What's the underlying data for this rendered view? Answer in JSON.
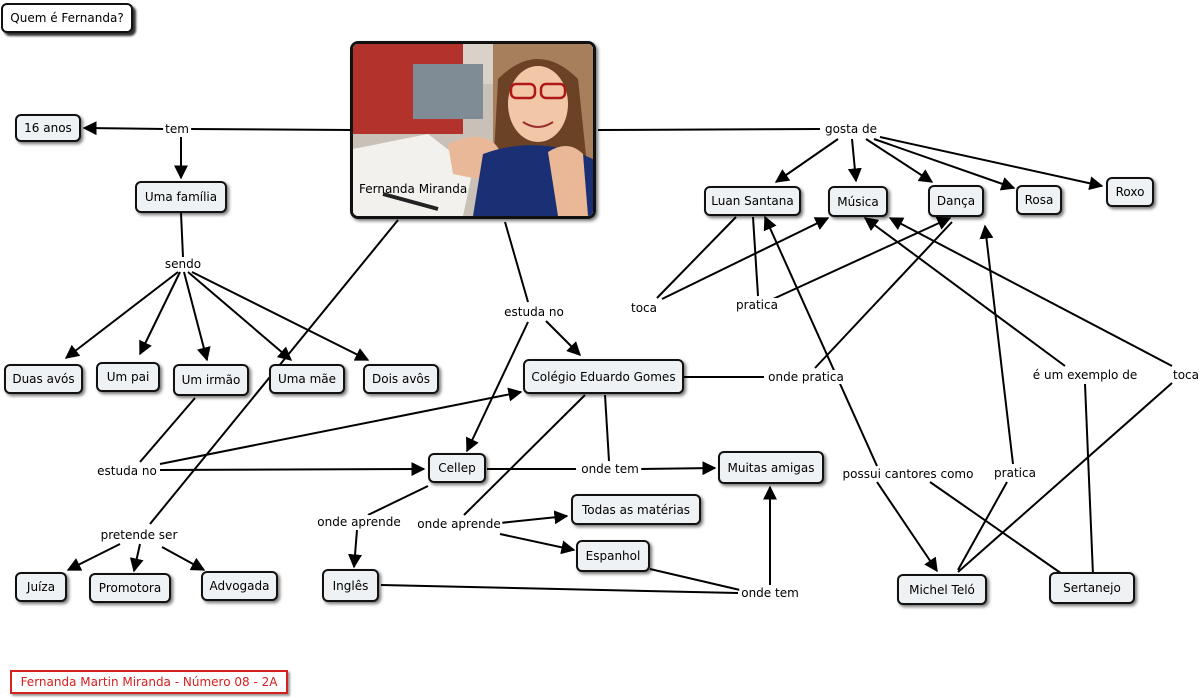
{
  "title": "Quem é Fernanda?",
  "photo_caption": "Fernanda Miranda",
  "footer": "Fernanda Martin Miranda - Número 08 - 2A",
  "nodes": {
    "n16": "16 anos",
    "familia": "Uma família",
    "duas_avos": "Duas avós",
    "pai": "Um pai",
    "irmao": "Um irmão",
    "mae": "Uma mãe",
    "dois_avos": "Dois avôs",
    "juiza": "Juíza",
    "promotora": "Promotora",
    "advogada": "Advogada",
    "colegio": "Colégio Eduardo Gomes",
    "cellep": "Cellep",
    "amigas": "Muitas amigas",
    "materias": "Todas as matérias",
    "espanhol": "Espanhol",
    "ingles": "Inglês",
    "luan": "Luan Santana",
    "musica": "Música",
    "danca": "Dança",
    "rosa": "Rosa",
    "roxo": "Roxo",
    "michel": "Michel Teló",
    "sertanejo": "Sertanejo"
  },
  "labels": {
    "tem": "tem",
    "sendo": "sendo",
    "estuda_no_1": "estuda no",
    "estuda_no_2": "estuda no",
    "pretende_ser": "pretende ser",
    "onde_aprende_1": "onde aprende",
    "onde_aprende_2": "onde aprende",
    "onde_tem_1": "onde tem",
    "onde_tem_2": "onde tem",
    "gosta_de": "gosta de",
    "toca_1": "toca",
    "pratica_1": "pratica",
    "onde_pratica": "onde pratica",
    "exemplo": "é um exemplo de",
    "toca_2": "toca",
    "possui": "possui cantores como",
    "pratica_2": "pratica"
  }
}
